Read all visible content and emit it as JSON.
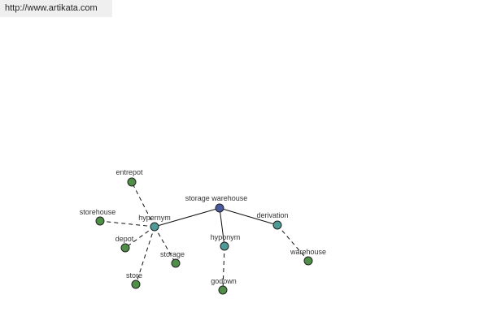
{
  "banner": {
    "url_text": "http://www.artikata.com"
  },
  "colors": {
    "center": "#4a5a9e",
    "relation": "#4e9a96",
    "leaf": "#4f8f48",
    "edge": "#111111"
  },
  "graph": {
    "nodes": [
      {
        "id": "center",
        "label": "storage warehouse",
        "kind": "center"
      },
      {
        "id": "hypernym",
        "label": "hypernym",
        "kind": "relation"
      },
      {
        "id": "hyponym",
        "label": "hyponym",
        "kind": "relation"
      },
      {
        "id": "derivation",
        "label": "derivation",
        "kind": "relation"
      },
      {
        "id": "entrepot",
        "label": "entrepot",
        "kind": "leaf"
      },
      {
        "id": "storehouse",
        "label": "storehouse",
        "kind": "leaf"
      },
      {
        "id": "depot",
        "label": "depot",
        "kind": "leaf"
      },
      {
        "id": "storage",
        "label": "storage",
        "kind": "leaf"
      },
      {
        "id": "store",
        "label": "store",
        "kind": "leaf"
      },
      {
        "id": "godown",
        "label": "godown",
        "kind": "leaf"
      },
      {
        "id": "warehouse",
        "label": "warehouse",
        "kind": "leaf"
      }
    ],
    "edges": [
      {
        "from": "center",
        "to": "hypernym",
        "style": "solid"
      },
      {
        "from": "center",
        "to": "hyponym",
        "style": "solid"
      },
      {
        "from": "center",
        "to": "derivation",
        "style": "solid"
      },
      {
        "from": "hypernym",
        "to": "entrepot",
        "style": "dashed"
      },
      {
        "from": "hypernym",
        "to": "storehouse",
        "style": "dashed"
      },
      {
        "from": "hypernym",
        "to": "depot",
        "style": "dashed"
      },
      {
        "from": "hypernym",
        "to": "storage",
        "style": "dashed"
      },
      {
        "from": "hypernym",
        "to": "store",
        "style": "dashed"
      },
      {
        "from": "hyponym",
        "to": "godown",
        "style": "dashed"
      },
      {
        "from": "derivation",
        "to": "warehouse",
        "style": "dashed"
      }
    ]
  }
}
